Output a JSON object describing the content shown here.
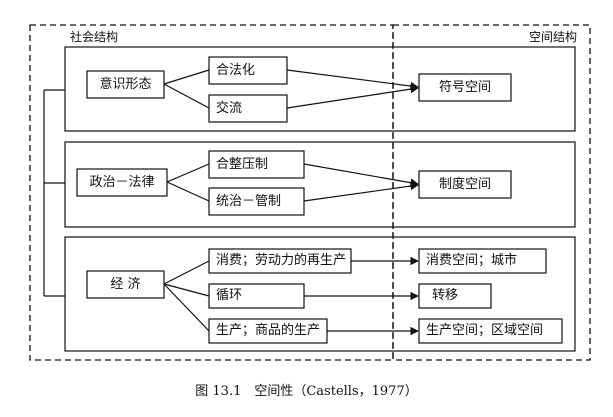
{
  "regions": {
    "social_structure": "社会结构",
    "spatial_structure": "空间结构"
  },
  "levels": {
    "ideology": "意识形态",
    "politics_law": "政治－法律",
    "economy": "经 济"
  },
  "processes": {
    "legitimation": "合法化",
    "communication": "交流",
    "integration_repression": "合整压制",
    "domination_regulation": "统治－管制",
    "consumption": "消费；劳动力的再生产",
    "circulation": "循环",
    "production": "生产；商品的生产"
  },
  "spaces": {
    "symbolic": "符号空间",
    "institutional": "制度空间",
    "consumption_city": "消费空间；城市",
    "transfer": "转移",
    "production_region": "生产空间；区域空间"
  },
  "caption": "图 13.1　空间性（Castells，1977）"
}
